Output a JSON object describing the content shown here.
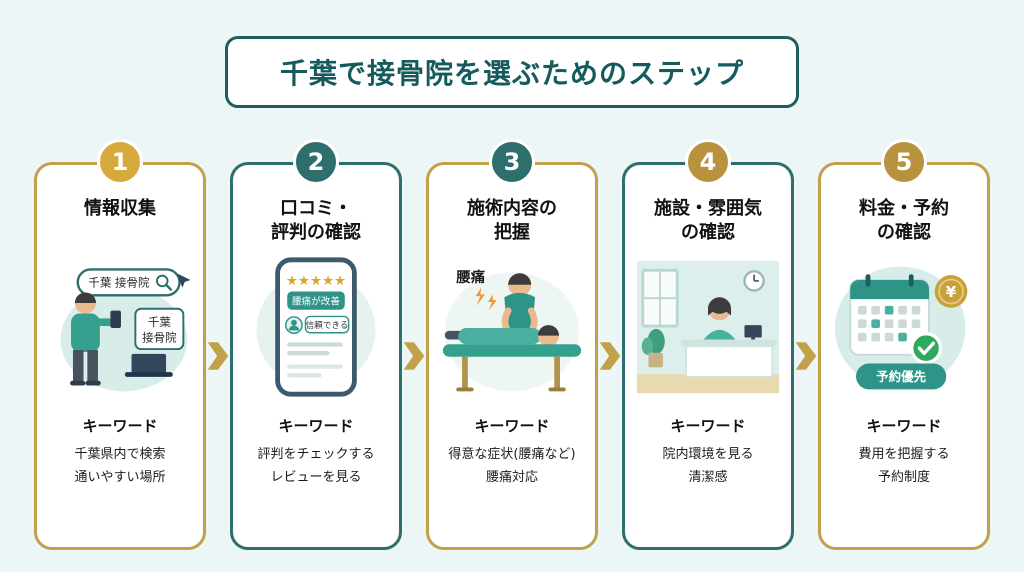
{
  "title": "千葉で接骨院を選ぶためのステップ",
  "keyword_label": "キーワード",
  "colors": {
    "background": "#EDF6F7",
    "title_teal": "#155A5C",
    "gold": "#C2A14B",
    "teal": "#2E6E6C",
    "arrow": "#C2A14B"
  },
  "cards": [
    {
      "number": "1",
      "title": "情報収集",
      "badge_color": "#D5A93C",
      "border_color": "#C2A14B",
      "lines": [
        "千葉県内で検索",
        "通いやすい場所"
      ],
      "illustration": {
        "search_query": "千葉 接骨院",
        "result_line1": "千葉",
        "result_line2": "接骨院"
      }
    },
    {
      "number": "2",
      "title": "口コミ・\n評判の確認",
      "badge_color": "#2E6E6C",
      "border_color": "#2E6E6C",
      "lines": [
        "評判をチェックする",
        "レビューを見る"
      ],
      "illustration": {
        "stars": "★★★★★",
        "review_badge": "腰痛が改善",
        "review_comment": "信頼できる"
      }
    },
    {
      "number": "3",
      "title": "施術内容の\n把握",
      "badge_color": "#2E6E6C",
      "border_color": "#C2A14B",
      "lines": [
        "得意な症状(腰痛など)",
        "腰痛対応"
      ],
      "illustration": {
        "pain_label": "腰痛"
      }
    },
    {
      "number": "4",
      "title": "施設・雰囲気\nの確認",
      "badge_color": "#B8923E",
      "border_color": "#2E6E6C",
      "lines": [
        "院内環境を見る",
        "清潔感"
      ],
      "illustration": {}
    },
    {
      "number": "5",
      "title": "料金・予約\nの確認",
      "badge_color": "#B8923E",
      "border_color": "#C2A14B",
      "lines": [
        "費用を把握する",
        "予約制度"
      ],
      "illustration": {
        "yen_symbol": "¥",
        "reservation_button": "予約優先"
      }
    }
  ]
}
